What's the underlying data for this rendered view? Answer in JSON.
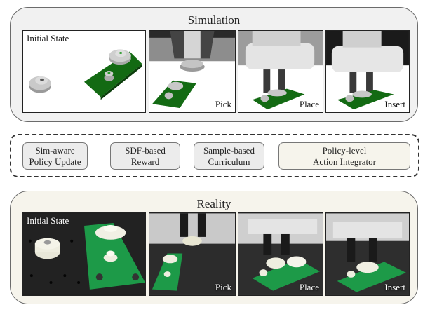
{
  "simulation": {
    "title": "Simulation",
    "panels": [
      {
        "label": "Initial State",
        "position": "top-left"
      },
      {
        "label": "Pick",
        "position": "bottom-right"
      },
      {
        "label": "Place",
        "position": "bottom-right"
      },
      {
        "label": "Insert",
        "position": "bottom-right"
      }
    ]
  },
  "modules": [
    {
      "line1": "Sim-aware",
      "line2": "Policy Update"
    },
    {
      "line1": "SDF-based",
      "line2": "Reward"
    },
    {
      "line1": "Sample-based",
      "line2": "Curriculum"
    },
    {
      "line1": "Policy-level",
      "line2": "Action Integrator"
    }
  ],
  "reality": {
    "title": "Reality",
    "panels": [
      {
        "label": "Initial State",
        "position": "top-left"
      },
      {
        "label": "Pick",
        "position": "bottom-right"
      },
      {
        "label": "Place",
        "position": "bottom-right"
      },
      {
        "label": "Insert",
        "position": "bottom-right"
      }
    ]
  },
  "colors": {
    "sim_bg": "#f1f1f1",
    "reality_bg": "#f6f4ec",
    "module_bg": "#ececec",
    "module_accent_bg": "#f6f4ec",
    "plate_sim": "#1f7a1f",
    "plate_real": "#1f9a4a"
  }
}
